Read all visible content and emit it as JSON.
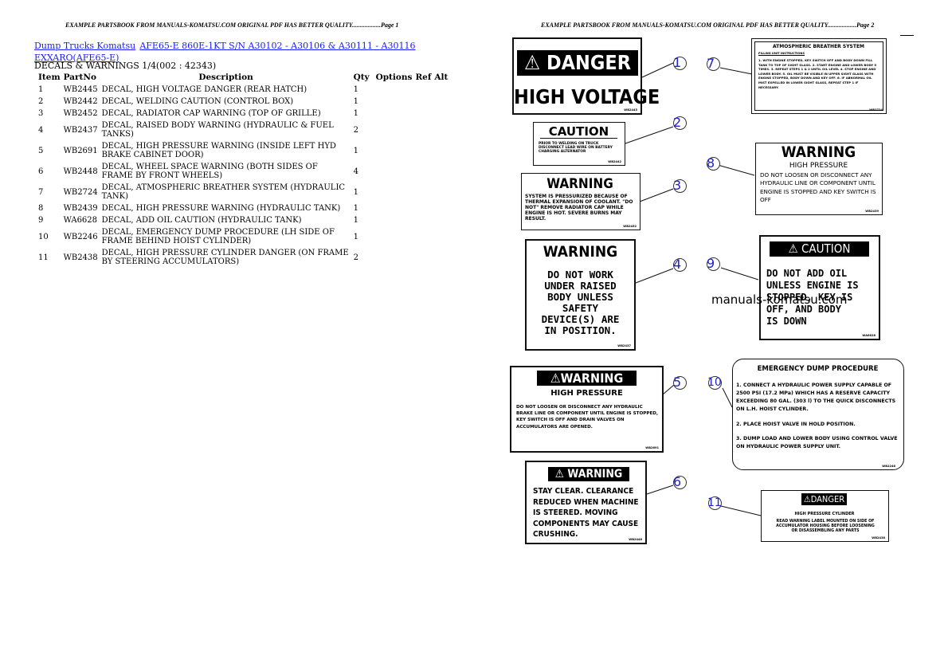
{
  "page": {
    "header_left": "EXAMPLE PARTSBOOK FROM MANUALS-KOMATSU.COM ORIGINAL PDF HAS BETTER QUALITY..................Page 1",
    "header_right": "EXAMPLE PARTSBOOK FROM MANUALS-KOMATSU.COM ORIGINAL PDF HAS BETTER QUALITY..................Page 2",
    "watermark": "manuals-komatsu.com"
  },
  "breadcrumb": {
    "link1": "Dump Trucks Komatsu",
    "link2": "AFE65-E 860E-1KT S/N A30102 - A30106 & A30111 - A30116",
    "link3": "EXXARO(AFE65-E)"
  },
  "section_title": "DECALS & WARNINGS 1/4(002 : 42343)",
  "table": {
    "headers": {
      "item": "Item",
      "part": "PartNo",
      "desc": "Description",
      "qty": "Qty",
      "options": "Options",
      "ref": "Ref",
      "alt": "Alt"
    },
    "rows": [
      {
        "item": "1",
        "part": "WB2445",
        "desc": "DECAL, HIGH VOLTAGE DANGER (REAR HATCH)",
        "qty": "1"
      },
      {
        "item": "2",
        "part": "WB2442",
        "desc": "DECAL, WELDING CAUTION (CONTROL BOX)",
        "qty": "1"
      },
      {
        "item": "3",
        "part": "WB2452",
        "desc": "DECAL, RADIATOR CAP WARNING (TOP OF GRILLE)",
        "qty": "1"
      },
      {
        "item": "4",
        "part": "WB2437",
        "desc": "DECAL, RAISED BODY WARNING (HYDRAULIC & FUEL TANKS)",
        "qty": "2"
      },
      {
        "item": "5",
        "part": "WB2691",
        "desc": "DECAL, HIGH PRESSURE WARNING (INSIDE LEFT HYD BRAKE CABINET DOOR)",
        "qty": "1"
      },
      {
        "item": "6",
        "part": "WB2448",
        "desc": "DECAL, WHEEL SPACE WARNING (BOTH SIDES OF FRAME BY FRONT WHEELS)",
        "qty": "4"
      },
      {
        "item": "7",
        "part": "WB2724",
        "desc": "DECAL, ATMOSPHERIC BREATHER SYSTEM (HYDRAULIC TANK)",
        "qty": "1"
      },
      {
        "item": "8",
        "part": "WB2439",
        "desc": "DECAL, HIGH PRESSURE WARNING (HYDRAULIC TANK)",
        "qty": "1"
      },
      {
        "item": "9",
        "part": "WA6628",
        "desc": "DECAL, ADD OIL CAUTION (HYDRAULIC TANK)",
        "qty": "1"
      },
      {
        "item": "10",
        "part": "WB2246",
        "desc": "DECAL, EMERGENCY DUMP PROCEDURE (LH SIDE OF FRAME BEHIND HOIST CYLINDER)",
        "qty": "1"
      },
      {
        "item": "11",
        "part": "WB2438",
        "desc": "DECAL, HIGH PRESSURE CYLINDER DANGER (ON FRAME BY STEERING ACCUMULATORS)",
        "qty": "2"
      }
    ]
  },
  "decals": {
    "d1": {
      "banner": "DANGER",
      "body": "HIGH VOLTAGE",
      "code": "WB2445"
    },
    "d2": {
      "banner": "CAUTION",
      "body": "PRIOR TO WELDING ON TRUCK DISCONNECT LEAD WIRE ON BATTERY CHARGING ALTERNATOR",
      "code": "WB2442"
    },
    "d3": {
      "banner": "WARNING",
      "body": "SYSTEM IS PRESSURIZED BECAUSE OF THERMAL EXPANSION OF COOLANT. \"DO NOT\" REMOVE RADIATOR CAP WHILE ENGINE IS HOT. SEVERE BURNS MAY RESULT.",
      "code": "WB2452"
    },
    "d4": {
      "banner": "WARNING",
      "l1": "DO NOT WORK",
      "l2": "UNDER RAISED",
      "l3": "BODY UNLESS",
      "l4": "SAFETY",
      "l5": "DEVICE(S) ARE",
      "l6": "IN POSITION.",
      "code": "WB2437"
    },
    "d5": {
      "banner": "WARNING",
      "sub": "HIGH PRESSURE",
      "body": "DO NOT LOOSEN OR DISCONNECT ANY HYDRAULIC BRAKE LINE OR COMPONENT UNTIL ENGINE IS STOPPED, KEY SWITCH IS OFF AND DRAIN VALVES ON ACCUMULATORS ARE OPENED.",
      "code": "WB2691"
    },
    "d6": {
      "banner": "WARNING",
      "body": "STAY CLEAR. CLEARANCE REDUCED WHEN MACHINE IS STEERED. MOVING COMPONENTS MAY CAUSE CRUSHING.",
      "code": "WB2448"
    },
    "d7": {
      "title": "ATMOSPHERIC BREATHER SYSTEM",
      "sub": "FILLING UNIT INSTRUCTIONS",
      "body": "1. WITH ENGINE STOPPED, KEY SWITCH OFF AND BODY DOWN FILL TANK TO TOP OF SIGHT GLASS. 2. START ENGINE AND LOWER BODY 5 TIMES. 3. REPEAT STEPS 1 & 2 UNTIL OIL LEVEL 4. STOP ENGINE AND LOWER BODY. 5. OIL MUST BE VISIBLE IN UPPER SIGHT GLASS WITH ENGINE STOPPED, BODY DOWN AND KEY OFF. 6. IF ABNORMAL OIL MIST EXPELLED IN LOWER SIGHT GLASS, REPEAT STEP 1 IF NECESSARY.",
      "code": "WB2724"
    },
    "d8": {
      "banner": "WARNING",
      "sub": "HIGH PRESSURE",
      "body": "DO NOT LOOSEN OR DISCONNECT ANY HYDRAULIC LINE OR COMPONENT UNTIL ENGINE IS STOPPED AND KEY SWITCH IS OFF",
      "code": "WB2439"
    },
    "d9": {
      "banner": "CAUTION",
      "l1": "DO NOT ADD OIL",
      "l2": "UNLESS ENGINE IS",
      "l3": "STOPPED, KEY IS",
      "l4": "OFF, AND BODY",
      "l5": "IS DOWN",
      "code": "WA6628"
    },
    "d10": {
      "title": "EMERGENCY DUMP PROCEDURE",
      "s1": "1. CONNECT A HYDRAULIC POWER SUPPLY CAPABLE OF 2500 PSI (17.2 MPa) WHICH HAS A RESERVE CAPACITY EXCEEDING 80 GAL. (303 l) TO THE QUICK DISCONNECTS ON L.H. HOIST CYLINDER.",
      "s2": "2. PLACE HOIST VALVE IN HOLD POSITION.",
      "s3": "3. DUMP LOAD AND LOWER BODY USING CONTROL VALVE ON HYDRAULIC POWER SUPPLY UNIT.",
      "code": "WB2246"
    },
    "d11": {
      "banner": "DANGER",
      "sub": "HIGH PRESSURE CYLINDER",
      "body": "READ WARNING LABEL MOUNTED ON SIDE OF ACCUMULATOR HOUSING BEFORE LOOSENING OR DISASSEMBLING ANY PARTS",
      "code": "WB2438"
    }
  },
  "callouts": [
    "1",
    "2",
    "3",
    "4",
    "5",
    "6",
    "7",
    "8",
    "9",
    "10",
    "11"
  ]
}
